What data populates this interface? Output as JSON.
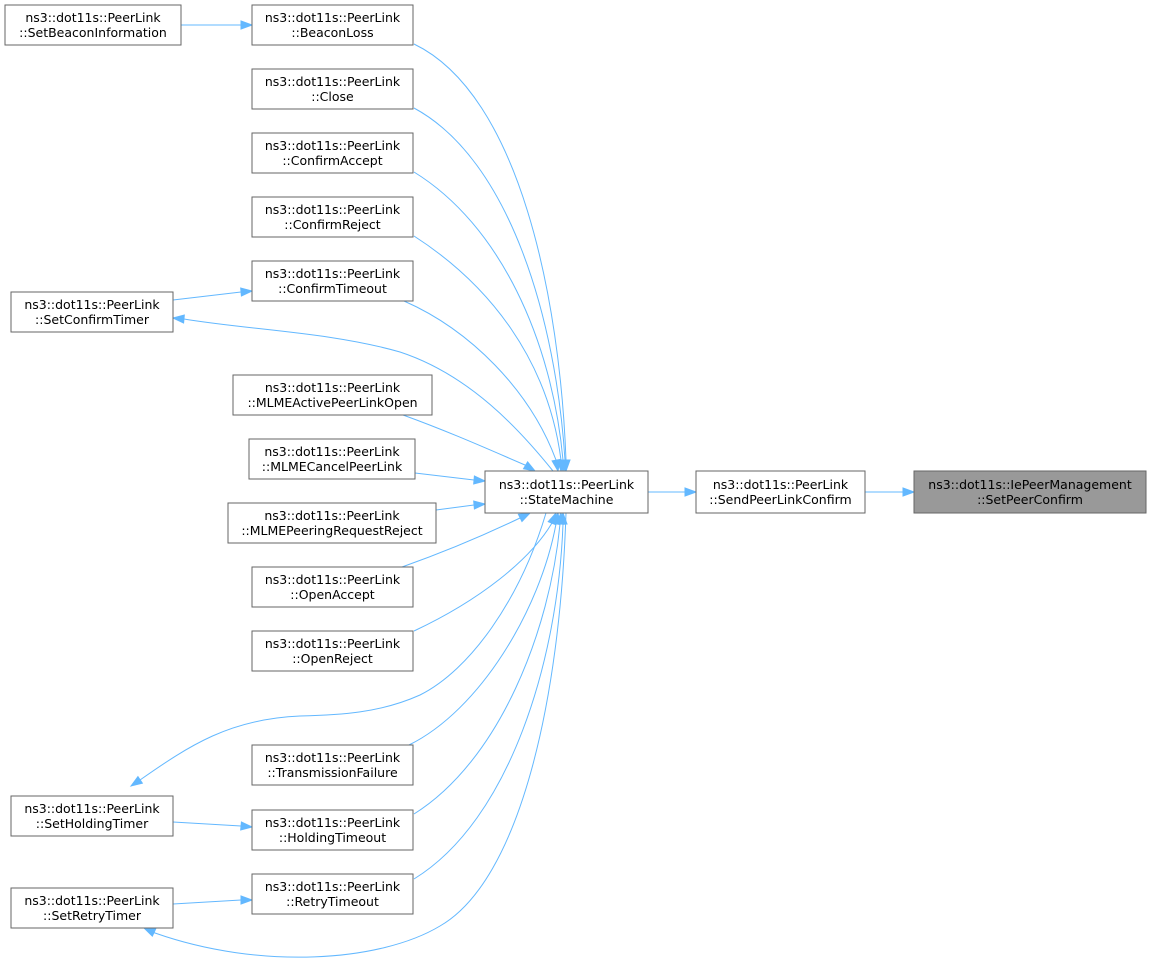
{
  "graph": {
    "nodes": [
      {
        "id": "setbeacon",
        "line1": "ns3::dot11s::PeerLink",
        "line2": "::SetBeaconInformation"
      },
      {
        "id": "beaconloss",
        "line1": "ns3::dot11s::PeerLink",
        "line2": "::BeaconLoss"
      },
      {
        "id": "close",
        "line1": "ns3::dot11s::PeerLink",
        "line2": "::Close"
      },
      {
        "id": "confirmaccept",
        "line1": "ns3::dot11s::PeerLink",
        "line2": "::ConfirmAccept"
      },
      {
        "id": "confirmreject",
        "line1": "ns3::dot11s::PeerLink",
        "line2": "::ConfirmReject"
      },
      {
        "id": "setconfirmtimer",
        "line1": "ns3::dot11s::PeerLink",
        "line2": "::SetConfirmTimer"
      },
      {
        "id": "confirmtimeout",
        "line1": "ns3::dot11s::PeerLink",
        "line2": "::ConfirmTimeout"
      },
      {
        "id": "mlmeactive",
        "line1": "ns3::dot11s::PeerLink",
        "line2": "::MLMEActivePeerLinkOpen"
      },
      {
        "id": "mlmecancel",
        "line1": "ns3::dot11s::PeerLink",
        "line2": "::MLMECancelPeerLink"
      },
      {
        "id": "mlmepeering",
        "line1": "ns3::dot11s::PeerLink",
        "line2": "::MLMEPeeringRequestReject"
      },
      {
        "id": "openaccept",
        "line1": "ns3::dot11s::PeerLink",
        "line2": "::OpenAccept"
      },
      {
        "id": "openreject",
        "line1": "ns3::dot11s::PeerLink",
        "line2": "::OpenReject"
      },
      {
        "id": "transfail",
        "line1": "ns3::dot11s::PeerLink",
        "line2": "::TransmissionFailure"
      },
      {
        "id": "setholdingtimer",
        "line1": "ns3::dot11s::PeerLink",
        "line2": "::SetHoldingTimer"
      },
      {
        "id": "holdingtimeout",
        "line1": "ns3::dot11s::PeerLink",
        "line2": "::HoldingTimeout"
      },
      {
        "id": "setretrytimer",
        "line1": "ns3::dot11s::PeerLink",
        "line2": "::SetRetryTimer"
      },
      {
        "id": "retrytimeout",
        "line1": "ns3::dot11s::PeerLink",
        "line2": "::RetryTimeout"
      },
      {
        "id": "statemachine",
        "line1": "ns3::dot11s::PeerLink",
        "line2": "::StateMachine"
      },
      {
        "id": "sendconfirm",
        "line1": "ns3::dot11s::PeerLink",
        "line2": "::SendPeerLinkConfirm"
      },
      {
        "id": "setpeerconfirm",
        "line1": "ns3::dot11s::IePeerManagement",
        "line2": "::SetPeerConfirm",
        "highlight": true
      }
    ],
    "edges": [
      {
        "from": "setbeacon",
        "to": "beaconloss"
      },
      {
        "from": "beaconloss",
        "to": "statemachine"
      },
      {
        "from": "close",
        "to": "statemachine"
      },
      {
        "from": "confirmaccept",
        "to": "statemachine"
      },
      {
        "from": "confirmreject",
        "to": "statemachine"
      },
      {
        "from": "setconfirmtimer",
        "to": "confirmtimeout"
      },
      {
        "from": "confirmtimeout",
        "to": "statemachine"
      },
      {
        "from": "statemachine",
        "to": "setconfirmtimer"
      },
      {
        "from": "mlmeactive",
        "to": "statemachine"
      },
      {
        "from": "mlmecancel",
        "to": "statemachine"
      },
      {
        "from": "mlmepeering",
        "to": "statemachine"
      },
      {
        "from": "openaccept",
        "to": "statemachine"
      },
      {
        "from": "openreject",
        "to": "statemachine"
      },
      {
        "from": "statemachine",
        "to": "setholdingtimer"
      },
      {
        "from": "transfail",
        "to": "statemachine"
      },
      {
        "from": "setholdingtimer",
        "to": "holdingtimeout"
      },
      {
        "from": "holdingtimeout",
        "to": "statemachine"
      },
      {
        "from": "setretrytimer",
        "to": "retrytimeout"
      },
      {
        "from": "retrytimeout",
        "to": "statemachine"
      },
      {
        "from": "statemachine",
        "to": "setretrytimer"
      },
      {
        "from": "statemachine",
        "to": "sendconfirm"
      },
      {
        "from": "sendconfirm",
        "to": "setpeerconfirm"
      }
    ],
    "colors": {
      "edge": "#63b8ff",
      "node_border": "#666666",
      "node_fill": "#ffffff",
      "highlight_fill": "#999999"
    }
  }
}
